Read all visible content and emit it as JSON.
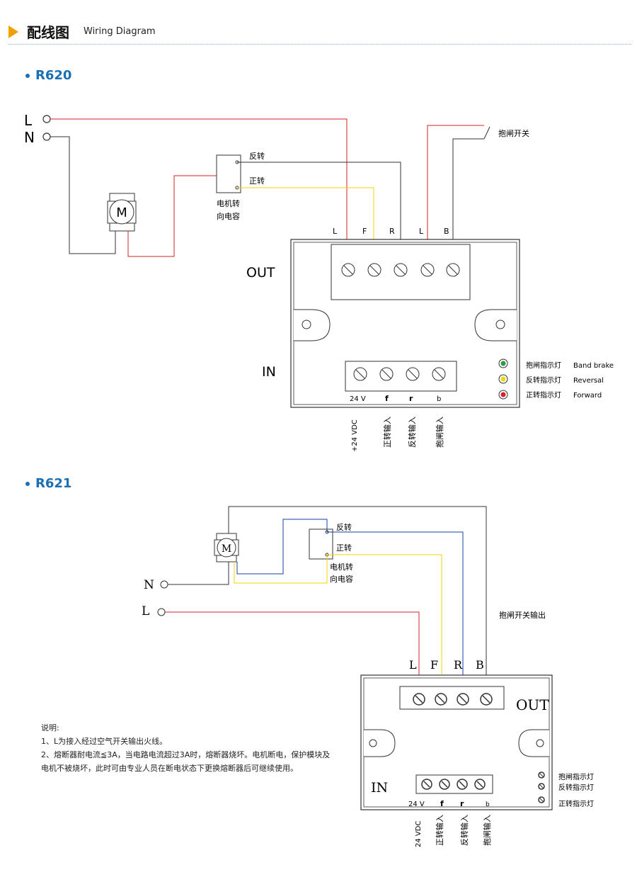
{
  "header": {
    "title_cn": "配线图",
    "title_en": "Wiring Diagram"
  },
  "r620": {
    "title": "R620",
    "supply_L": "L",
    "supply_N": "N",
    "motor": "M",
    "cap_reverse": "反转",
    "cap_forward": "正转",
    "cap_label_1": "电机转",
    "cap_label_2": "向电容",
    "brake_switch": "抱闸开关",
    "out_terminals": [
      "L",
      "F",
      "R",
      "L",
      "B"
    ],
    "out_label": "OUT",
    "in_label": "IN",
    "in_terminals": [
      "24 V",
      "f",
      "r",
      "b"
    ],
    "in_inputs": [
      "+24 VDC",
      "正转输入",
      "反转输入",
      "抱闸输入"
    ],
    "indicators": [
      {
        "cn": "抱闸指示灯",
        "en": "Band brake",
        "color": "#2e9e3c"
      },
      {
        "cn": "反转指示灯",
        "en": "Reversal",
        "color": "#f2d600"
      },
      {
        "cn": "正转指示灯",
        "en": "Forward",
        "color": "#d6202a"
      }
    ]
  },
  "r621": {
    "title": "R621",
    "supply_N": "N",
    "supply_L": "L",
    "motor": "M",
    "cap_reverse": "反转",
    "cap_forward": "正转",
    "cap_label_1": "电机转",
    "cap_label_2": "向电容",
    "brake_output": "抱闸开关输出",
    "out_terminals": [
      "L",
      "F",
      "R",
      "B"
    ],
    "out_label": "OUT",
    "in_label": "IN",
    "in_terminals": [
      "24 V",
      "f",
      "r",
      "b"
    ],
    "in_inputs": [
      "24 VDC",
      "正转输入",
      "反转输入",
      "抱闸输入"
    ],
    "indicators": [
      "抱闸指示灯",
      "反转指示灯",
      "正转指示灯"
    ]
  },
  "notes": {
    "heading": "说明:",
    "line1": "1、L为接入经过空气开关输出火线。",
    "line2": "2、熔断器耐电流≦3A，当电路电流超过3A时，熔断器烧坏。电机断电，保护模块及电机不被烧坏，此时可由专业人员在断电状态下更换熔断器后可继续使用。"
  },
  "colors": {
    "red": "#d6202a",
    "yellow": "#f2d600",
    "blue": "#1b3ea8",
    "black": "#222222",
    "accent": "#1b6fb5"
  }
}
